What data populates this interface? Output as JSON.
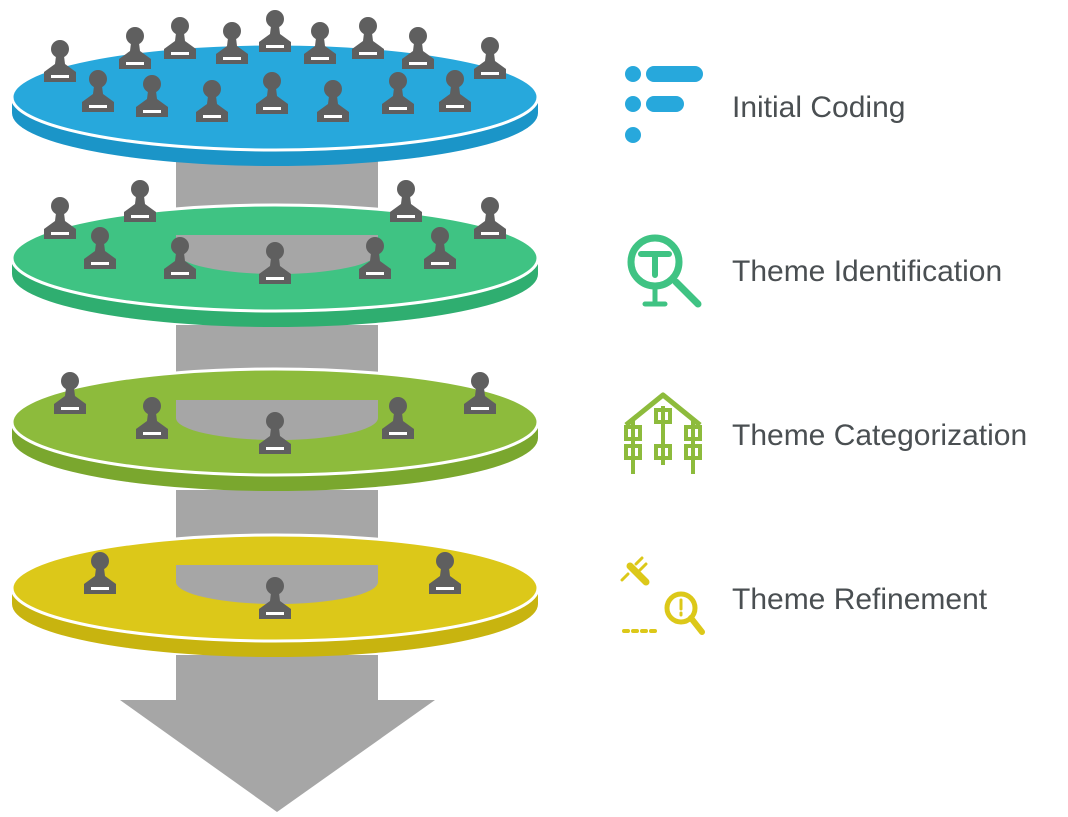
{
  "stages": [
    {
      "label": "Initial Coding",
      "color": "#27a8dc",
      "side_color": "#1b95c8",
      "icon": "list-bullets-icon"
    },
    {
      "label": "Theme Identification",
      "color": "#3fc383",
      "side_color": "#2fae70",
      "icon": "theme-search-icon"
    },
    {
      "label": "Theme Categorization",
      "color": "#8dbb3c",
      "side_color": "#7aa72e",
      "icon": "hierarchy-tree-icon"
    },
    {
      "label": "Theme Refinement",
      "color": "#dcc819",
      "side_color": "#c8b40f",
      "icon": "refine-plug-search-icon"
    }
  ],
  "colors": {
    "column": "#a6a6a6",
    "person": "#5f5f5f",
    "text": "#4a4f52"
  }
}
